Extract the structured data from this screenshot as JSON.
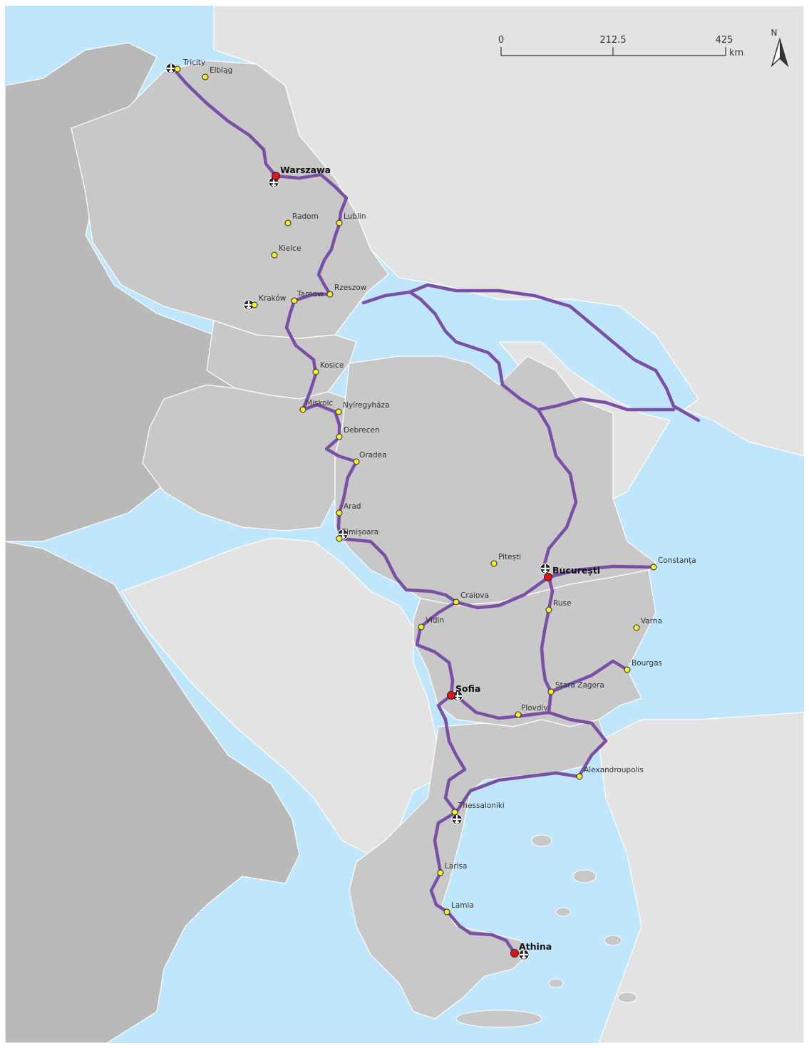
{
  "colors": {
    "sea": "#bfe6fa",
    "land_focus": "#c8c8c8",
    "land_other": "#e3e3e3",
    "land_dark_other": "#b9b9b9",
    "border": "#ffffff",
    "route": "#7a4fa6",
    "city_fill": "#f6ef2d",
    "capital_fill": "#e3121a"
  },
  "scale_bar": {
    "ticks": [
      "0",
      "212.5",
      "425"
    ],
    "unit": "km"
  },
  "north_arrow": {
    "label": "N"
  },
  "capitals": [
    {
      "name": "Warszawa"
    },
    {
      "name": "București"
    },
    {
      "name": "Sofia"
    },
    {
      "name": "Athina"
    }
  ],
  "cities": [
    {
      "name": "Tricity"
    },
    {
      "name": "Elbląg"
    },
    {
      "name": "Radom"
    },
    {
      "name": "Lublin"
    },
    {
      "name": "Kielce"
    },
    {
      "name": "Rzeszow"
    },
    {
      "name": "Kraków"
    },
    {
      "name": "Tarnow"
    },
    {
      "name": "Kosice"
    },
    {
      "name": "Miskolc"
    },
    {
      "name": "Nyíregyháza"
    },
    {
      "name": "Debrecen"
    },
    {
      "name": "Oradea"
    },
    {
      "name": "Arad"
    },
    {
      "name": "Timișoara"
    },
    {
      "name": "Pitești"
    },
    {
      "name": "Constanța"
    },
    {
      "name": "Craiova"
    },
    {
      "name": "Ruse"
    },
    {
      "name": "Vidin"
    },
    {
      "name": "Varna"
    },
    {
      "name": "Bourgas"
    },
    {
      "name": "Stara Zagora"
    },
    {
      "name": "Plovdiv"
    },
    {
      "name": "Alexandroupolis"
    },
    {
      "name": "Thessaloniki"
    },
    {
      "name": "Larisa"
    },
    {
      "name": "Lamia"
    }
  ],
  "airports": [
    {
      "name": "Tricity"
    },
    {
      "name": "Warszawa"
    },
    {
      "name": "Kraków"
    },
    {
      "name": "Timișoara"
    },
    {
      "name": "București"
    },
    {
      "name": "Sofia"
    },
    {
      "name": "Thessaloniki"
    },
    {
      "name": "Athina"
    }
  ]
}
